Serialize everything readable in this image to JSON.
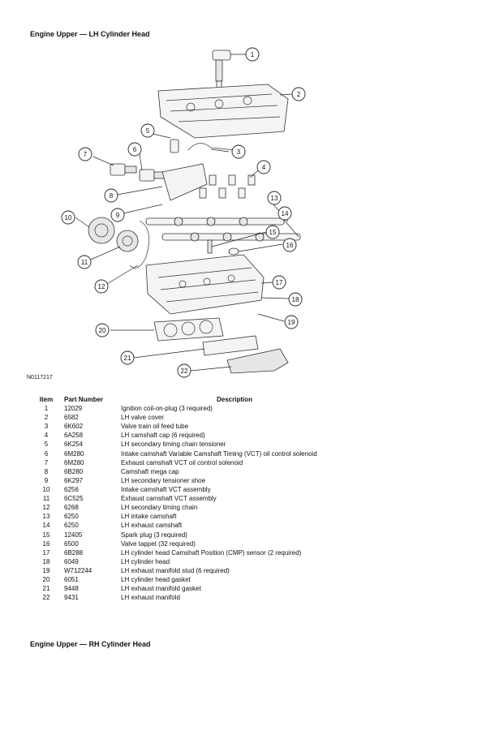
{
  "section_lh": {
    "title": "Engine Upper — LH Cylinder Head"
  },
  "figure": {
    "id": "N0117217",
    "callouts": [
      "1",
      "2",
      "3",
      "4",
      "5",
      "6",
      "7",
      "8",
      "9",
      "10",
      "11",
      "12",
      "13",
      "14",
      "15",
      "16",
      "17",
      "18",
      "19",
      "20",
      "21",
      "22"
    ]
  },
  "table": {
    "headers": {
      "item": "Item",
      "part_number": "Part Number",
      "description": "Description"
    },
    "rows": [
      {
        "item": "1",
        "part": "12029",
        "desc": "Ignition coil-on-plug (3 required)"
      },
      {
        "item": "2",
        "part": "6582",
        "desc": "LH valve cover"
      },
      {
        "item": "3",
        "part": "6K602",
        "desc": "Valve train oil feed tube"
      },
      {
        "item": "4",
        "part": "6A258",
        "desc": "LH camshaft cap (6 required)"
      },
      {
        "item": "5",
        "part": "6K254",
        "desc": "LH secondary timing chain tensioner"
      },
      {
        "item": "6",
        "part": "6M280",
        "desc": "Intake camshaft Variable Camshaft Timing (VCT) oil control solenoid"
      },
      {
        "item": "7",
        "part": "6M280",
        "desc": "Exhaust camshaft VCT oil control solenoid"
      },
      {
        "item": "8",
        "part": "6B280",
        "desc": "Camshaft mega cap"
      },
      {
        "item": "9",
        "part": "6K297",
        "desc": "LH secondary tensioner shoe"
      },
      {
        "item": "10",
        "part": "6256",
        "desc": "Intake camshaft VCT assembly"
      },
      {
        "item": "11",
        "part": "6C525",
        "desc": "Exhaust camshaft VCT assembly"
      },
      {
        "item": "12",
        "part": "6268",
        "desc": "LH secondary timing chain"
      },
      {
        "item": "13",
        "part": "6250",
        "desc": "LH intake camshaft"
      },
      {
        "item": "14",
        "part": "6250",
        "desc": "LH exhaust camshaft"
      },
      {
        "item": "15",
        "part": "12405",
        "desc": "Spark plug (3 required)"
      },
      {
        "item": "16",
        "part": "6500",
        "desc": "Valve tappet (32 required)"
      },
      {
        "item": "17",
        "part": "6B288",
        "desc": "LH cylinder head Camshaft Position (CMP) sensor (2 required)"
      },
      {
        "item": "18",
        "part": "6049",
        "desc": "LH cylinder head"
      },
      {
        "item": "19",
        "part": "W712244",
        "desc": "LH exhaust manifold stud (6 required)"
      },
      {
        "item": "20",
        "part": "6051",
        "desc": "LH cylinder head gasket"
      },
      {
        "item": "21",
        "part": "9448",
        "desc": "LH exhaust manifold gasket"
      },
      {
        "item": "22",
        "part": "9431",
        "desc": "LH exhaust manifold"
      }
    ]
  },
  "section_rh": {
    "title": "Engine Upper — RH Cylinder Head"
  }
}
